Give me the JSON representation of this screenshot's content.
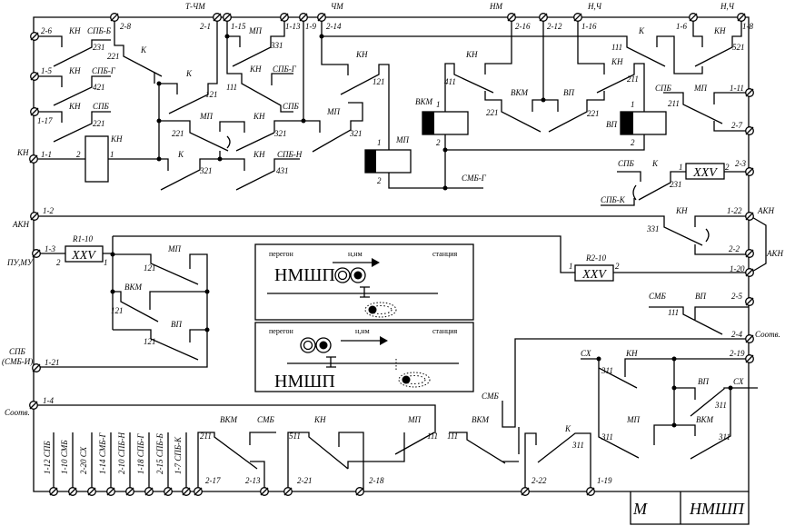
{
  "labels": [
    "Т-ЧМ",
    "ЧМ",
    "НМ",
    "Н,Ч",
    "Н,Ч",
    "2-6",
    "1-5",
    "1-17",
    "1-1",
    "КН",
    "2-8",
    "2-1",
    "1-15",
    "1-13",
    "1-9",
    "2-14",
    "2-16",
    "2-12",
    "1-16",
    "1-6",
    "1-8",
    "1-11",
    "2-7",
    "2-3",
    "1-2",
    "АКН",
    "1-3",
    "ПУ,МУ",
    "СПБ",
    "(СМБ-И)",
    "1-21",
    "1-4",
    "Соотв.",
    "1-22",
    "АКН",
    "2-2",
    "АКН",
    "1-20",
    "2-5",
    "2-4",
    "Соотв.",
    "2-19",
    "2-17",
    "2-13",
    "2-21",
    "2-18",
    "2-22",
    "1-19",
    "КН",
    "СПБ-Б",
    "231",
    "221",
    "К",
    "КН",
    "СПБ-Г",
    "421",
    "К",
    "КН",
    "СПБ",
    "221",
    "121",
    "МП",
    "331",
    "КН",
    "СПБ-Г",
    "111",
    "СПБ",
    "МП",
    "КН",
    "221",
    "321",
    "КН",
    "2",
    "1",
    "К",
    "321",
    "КН",
    "СПБ-Н",
    "431",
    "КН",
    "121",
    "МП",
    "321",
    "1",
    "МП",
    "2",
    "КН",
    "411",
    "ВКМ",
    "1",
    "2",
    "221",
    "ВКМ",
    "ВП",
    "221",
    "КН",
    "211",
    "1",
    "ВП",
    "2",
    "К",
    "111",
    "КН",
    "521",
    "СПБ",
    "МП",
    "211",
    "СМБ-Г",
    "СПБ",
    "К",
    "1",
    "2",
    "231",
    "СПБ-К",
    "R1-10",
    "2",
    "1",
    "МП",
    "121",
    "ВКМ",
    "121",
    "ВП",
    "121",
    "КН",
    "331",
    "R2-10",
    "1",
    "2",
    "СМБ",
    "ВП",
    "111",
    "СМБ",
    "СХ",
    "КН",
    "311",
    "ВП",
    "СХ",
    "311",
    "МП",
    "311",
    "ВКМ",
    "311",
    "К",
    "311",
    "ВКМ",
    "СМБ",
    "КН",
    "МП",
    "ВКМ",
    "211",
    "511",
    "111",
    "111"
  ],
  "relay_boxes": [
    "XXV",
    "XXV",
    "XXV"
  ],
  "bottom_wires": [
    "1-12 СПБ",
    "1-10 СМБ",
    "2-20 СХ",
    "1-14 СМБ-Г",
    "2-10 СПБ-Н",
    "1-18 СПБ-Г",
    "2-15 СПБ-Б",
    "1-7 СПБ-К"
  ],
  "panel1": {
    "left": "перегон",
    "mid": "н,нм",
    "right": "станция",
    "title": "НМШП"
  },
  "panel2": {
    "left": "перегон",
    "mid": "н,нм",
    "right": "станция",
    "title": "НМШП"
  },
  "title_block": {
    "sheet": "М",
    "name": "НМШП"
  }
}
